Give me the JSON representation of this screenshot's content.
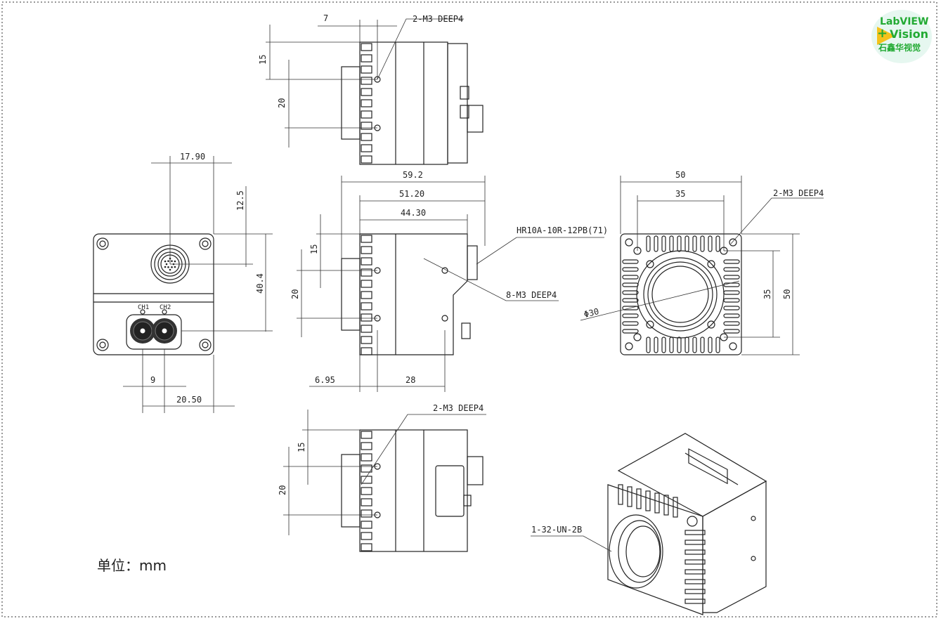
{
  "logo": {
    "line1": "LabVIEW",
    "line2": "Vision",
    "line3": "石鑫华视觉",
    "plus": "+",
    "accent": "#22aa33",
    "triangle": "#f5c21b"
  },
  "front_view": {
    "ch1": "CH1",
    "ch2": "CH2",
    "dim_17_90": "17.90",
    "dim_12_5": "12.5",
    "dim_40_4": "40.4",
    "dim_9": "9",
    "dim_20_50": "20.50"
  },
  "top_view": {
    "dim_7": "7",
    "hole_label": "2-M3 DEEP4",
    "dim_15": "15",
    "dim_20": "20"
  },
  "side_view": {
    "dim_59_2": "59.2",
    "dim_51_20": "51.20",
    "dim_44_30": "44.30",
    "dim_15": "15",
    "dim_20": "20",
    "dim_6_95": "6.95",
    "dim_28": "28",
    "connector_label": "HR10A-10R-12PB(71)",
    "hole_label": "8-M3 DEEP4"
  },
  "lens_view": {
    "dim_50_w": "50",
    "dim_35_w": "35",
    "dim_35_h": "35",
    "dim_50_h": "50",
    "diameter": "Φ30",
    "hole_label": "2-M3 DEEP4"
  },
  "bottom_view": {
    "hole_label": "2-M3 DEEP4",
    "dim_15": "15",
    "dim_20": "20"
  },
  "iso_view": {
    "mount_label": "1-32-UN-2B"
  },
  "unit_label": "单位：mm"
}
